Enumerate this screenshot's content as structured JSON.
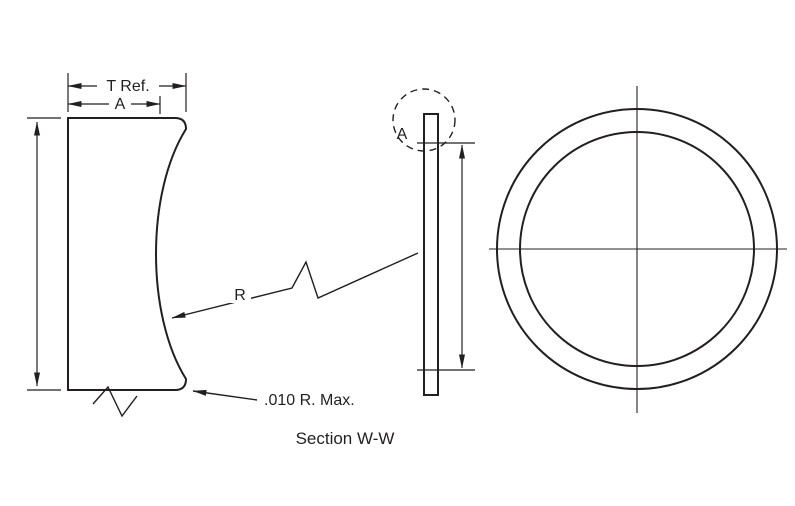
{
  "figure": {
    "caption": "Section W-W",
    "labels": {
      "thickness": "T Ref.",
      "dim_a": "A",
      "radius": "R",
      "edge_radius_note": ".010 R. Max.",
      "detail": "A"
    },
    "colors": {
      "ink": "#231f20",
      "background": "#ffffff"
    }
  }
}
